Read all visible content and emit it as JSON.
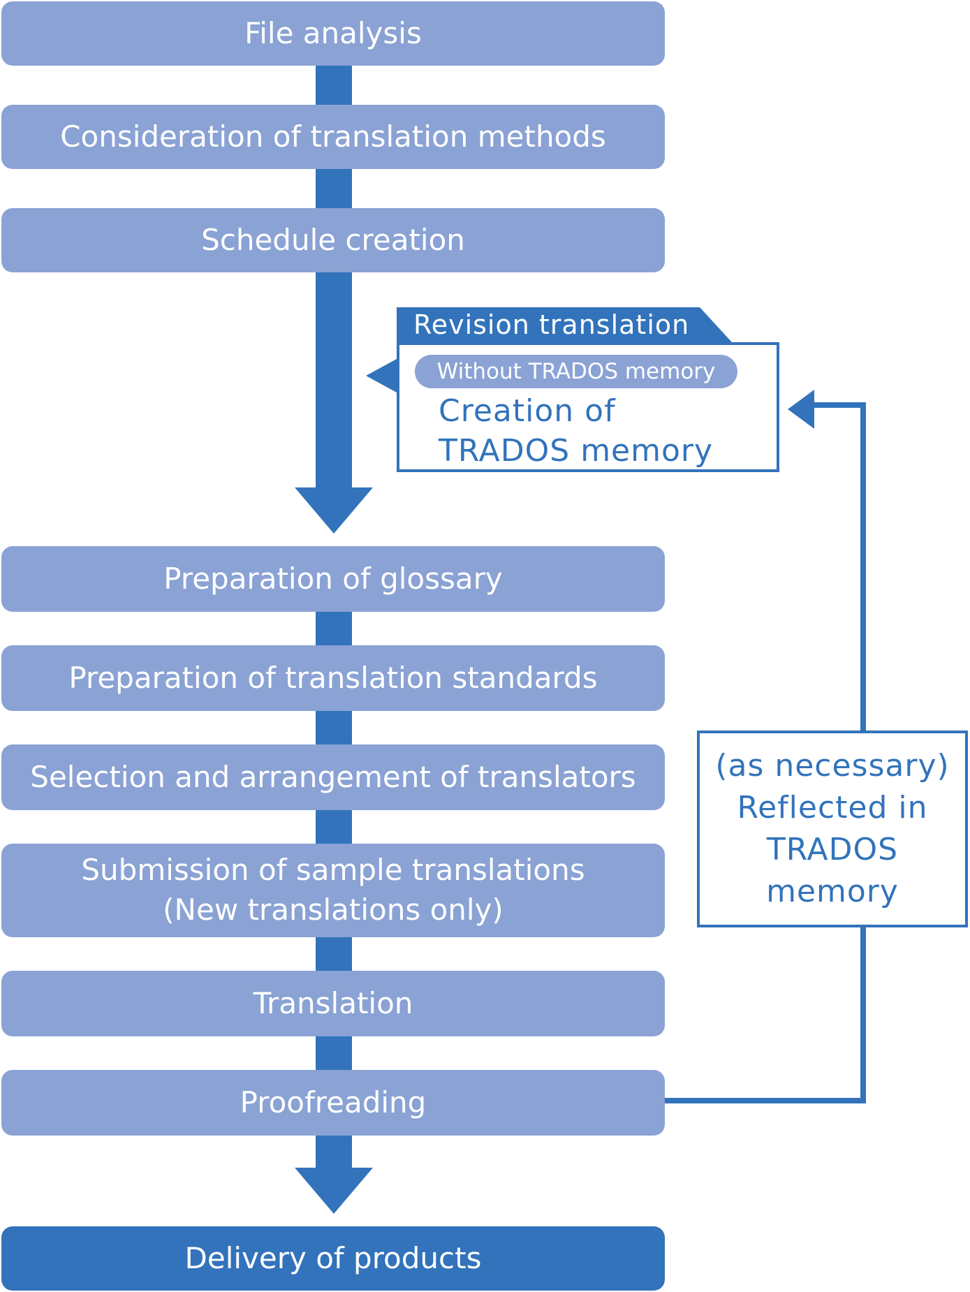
{
  "steps": [
    {
      "id": "file-analysis",
      "label": "File analysis"
    },
    {
      "id": "consideration",
      "label": "Consideration of translation methods"
    },
    {
      "id": "schedule",
      "label": "Schedule creation"
    },
    {
      "id": "glossary",
      "label": "Preparation of glossary"
    },
    {
      "id": "standards",
      "label": "Preparation of translation standards"
    },
    {
      "id": "translators",
      "label": "Selection and arrangement of translators"
    },
    {
      "id": "sample",
      "label": "Submission of sample translations",
      "label2": "(New translations only)"
    },
    {
      "id": "translation",
      "label": "Translation"
    },
    {
      "id": "proofreading",
      "label": "Proofreading"
    },
    {
      "id": "delivery",
      "label": "Delivery of products"
    }
  ],
  "revision": {
    "title": "Revision translation",
    "condition": "Without TRADOS memory",
    "action_line1": "Creation of",
    "action_line2": "TRADOS memory"
  },
  "feedback": {
    "line1": "(as necessary)",
    "line2": "Reflected in",
    "line3": "TRADOS",
    "line4": "memory"
  },
  "colors": {
    "step_fill": "#8aa2d4",
    "accent": "#3273bb",
    "text_light": "#ffffff"
  }
}
